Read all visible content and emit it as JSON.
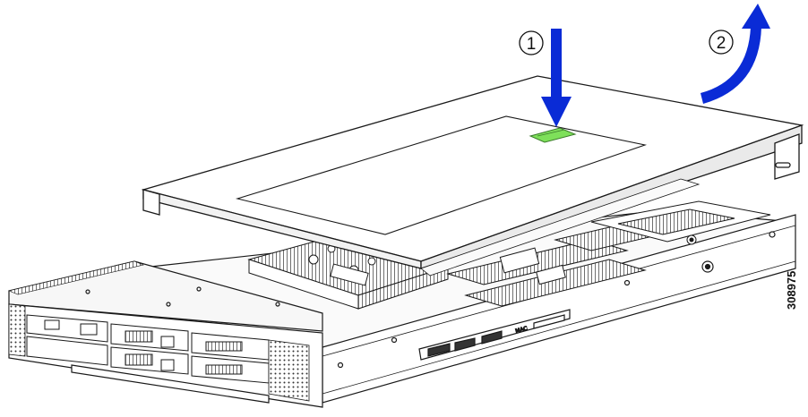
{
  "figure": {
    "figure_id": "308975",
    "callouts": [
      {
        "number": "1",
        "action": "press-down"
      },
      {
        "number": "2",
        "action": "lift-cover"
      }
    ],
    "labels": {
      "mac_label": "MAC"
    },
    "colors": {
      "arrow": "#0a2bd6",
      "latch": "#7ee05a",
      "line": "#1a1a1a",
      "fill": "#ffffff",
      "shade": "#eeeeee"
    }
  }
}
